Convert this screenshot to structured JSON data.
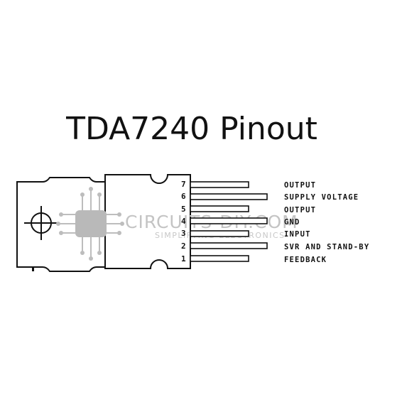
{
  "title": "TDA7240 Pinout",
  "pins": [
    {
      "number": "7",
      "label": "OUTPUT"
    },
    {
      "number": "6",
      "label": "SUPPLY VOLTAGE"
    },
    {
      "number": "5",
      "label": "OUTPUT"
    },
    {
      "number": "4",
      "label": "GND"
    },
    {
      "number": "3",
      "label": "INPUT"
    },
    {
      "number": "2",
      "label": "SVR AND STAND-BY"
    },
    {
      "number": "1",
      "label": "FEEDBACK"
    }
  ],
  "watermark": {
    "main": "CIRCUITS-DIY.COM",
    "sub": "SIMPLIFYING ELECTRONICS"
  }
}
